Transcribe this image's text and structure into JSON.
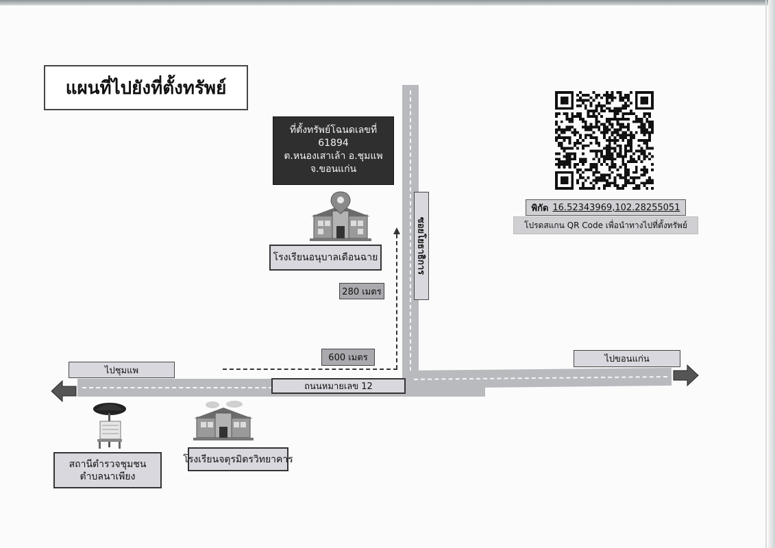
{
  "title": "แผนที่ไปยังที่ตั้งทรัพย์",
  "deed": {
    "line1": "ที่ตั้งทรัพย์โฉนดเลขที่",
    "line2": "61894",
    "line3": "ต.หนองเสาเล้า อ.ชุมแพ",
    "line4": "จ.ขอนแก่น"
  },
  "landmarks": {
    "kindergarten": "โรงเรียนอนุบาลเดือนฉาย",
    "chaturamit_school": "โรงเรียนจตุรมิตรวิทยาคาร",
    "police_line1": "สถานีตำรวจชุมชน",
    "police_line2": "ตำบลนาเพียง"
  },
  "roads": {
    "main_road": "ถนนหมายเลข 12",
    "soi": "ซอยโยธาธิการ",
    "to_chumphae": "ไปชุมแพ",
    "to_khonkaen": "ไปขอนแก่น"
  },
  "distances": {
    "vertical": "280 เมตร",
    "horizontal": "600 เมตร"
  },
  "location": {
    "coord_label": "พิกัด",
    "coordinates": "16.52343969,102.28255051",
    "scan_note": "โปรดสแกน QR Code เพื่อนำทางไปที่ตั้งทรัพย์"
  },
  "colors": {
    "road": "#b8babe",
    "label_bg": "#d8d8de",
    "deed_bg": "#2f2f2f",
    "pin": "#8a8a8a"
  }
}
